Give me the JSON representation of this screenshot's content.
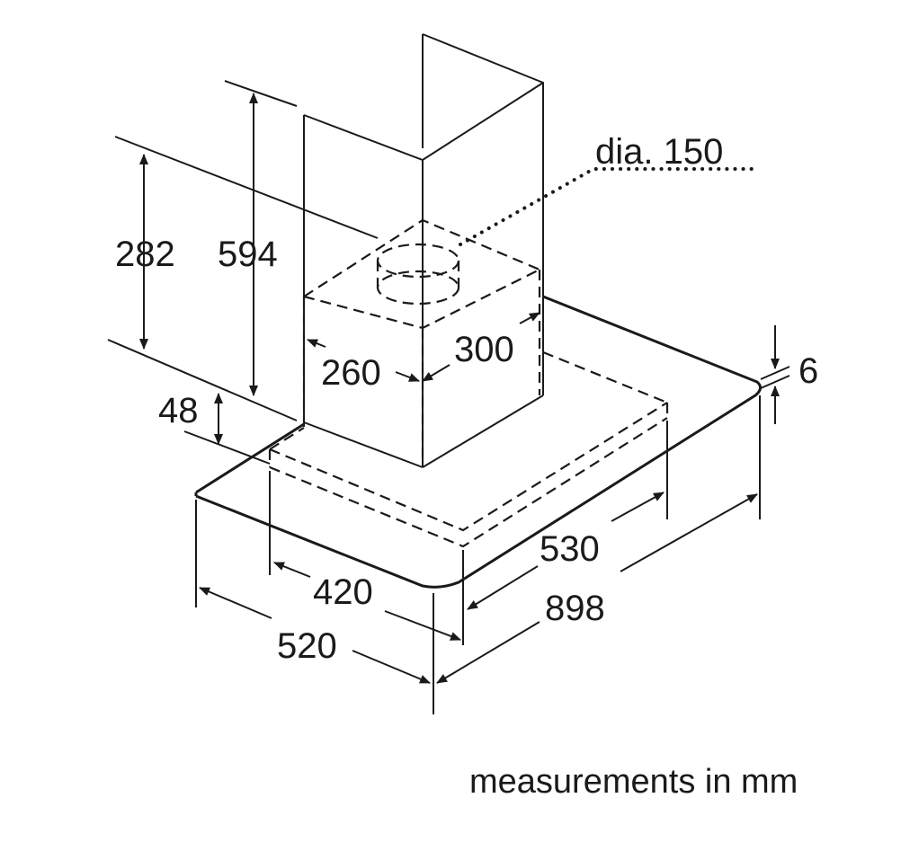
{
  "dimensions": {
    "duct_diameter": "dia. 150",
    "chimney_height_lower": "282",
    "chimney_height_total": "594",
    "canopy_offset": "48",
    "chimney_depth": "260",
    "chimney_width": "300",
    "glass_thickness": "6",
    "inner_width": "530",
    "inner_depth": "420",
    "overall_width": "898",
    "overall_depth": "520"
  },
  "footer": {
    "units_note": "measurements in mm"
  }
}
